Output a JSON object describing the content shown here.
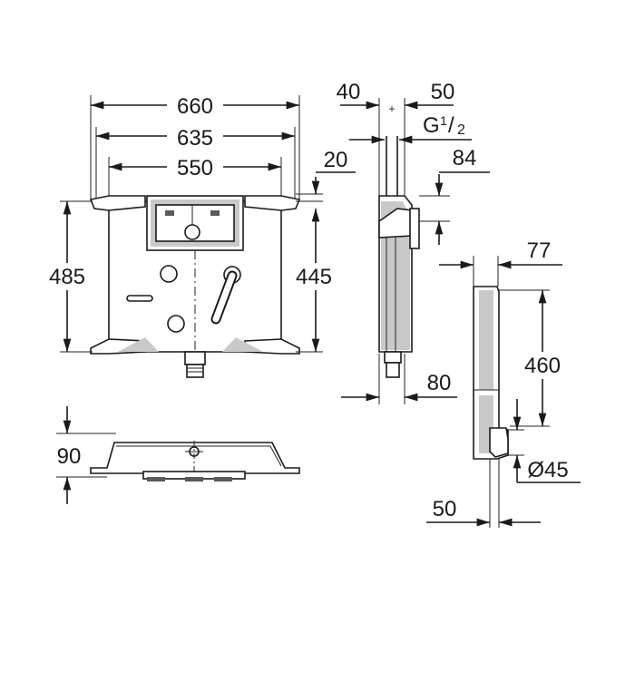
{
  "front_view": {
    "width_outer": "660",
    "width_middle": "635",
    "width_inner": "550",
    "height_left": "485",
    "height_right": "445",
    "offset_top": "20"
  },
  "top_view": {
    "depth": "90"
  },
  "side_view": {
    "left_offset": "40",
    "right_offset": "50",
    "thread_label": "G",
    "thread_fraction_num": "1",
    "thread_fraction_den": "2",
    "connection_height": "84",
    "bottom_depth": "80"
  },
  "pipe_view": {
    "width": "77",
    "height": "460",
    "diameter": "Ø45",
    "bottom_offset": "50"
  }
}
